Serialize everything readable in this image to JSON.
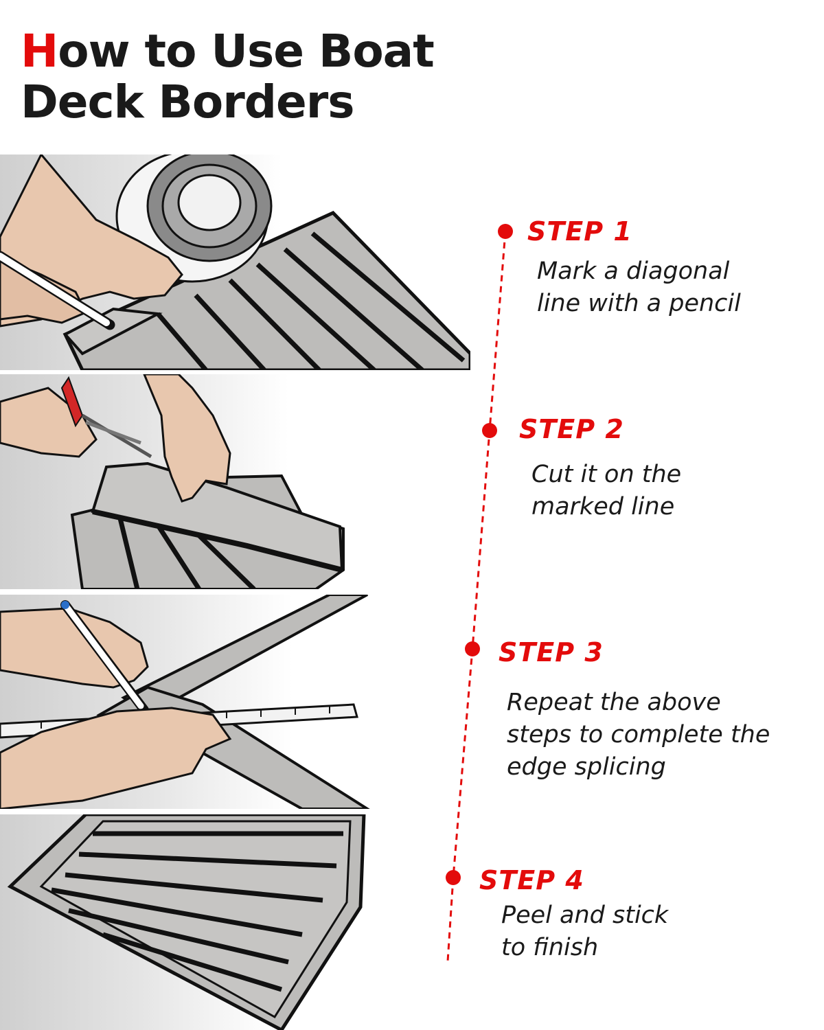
{
  "header": {
    "title_first_letter": "H",
    "title_rest": "ow to Use Boat",
    "title_line2": "Deck Borders"
  },
  "colors": {
    "accent": "#e30b0b",
    "text": "#1a1a1a",
    "mat": "#bdbcba",
    "skin": "#e8c7ae",
    "edge": "#111111"
  },
  "steps": [
    {
      "title": "STEP 1",
      "description": "Mark a diagonal\nline with a pencil",
      "illustration": "hand-marking-mat-icon"
    },
    {
      "title": "STEP 2",
      "description": "Cut it on the\nmarked line",
      "illustration": "scissors-cutting-mat-icon"
    },
    {
      "title": "STEP 3",
      "description": "Repeat the above\nsteps to complete the\nedge splicing",
      "illustration": "ruler-and-pen-splicing-icon"
    },
    {
      "title": "STEP 4",
      "description": "Peel and stick\nto finish",
      "illustration": "finished-bordered-deck-icon"
    }
  ]
}
